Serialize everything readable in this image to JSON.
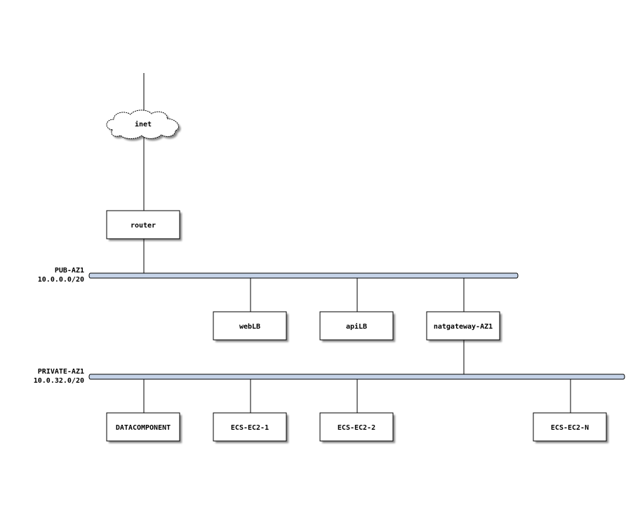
{
  "diagram": {
    "cloud_label": "inet",
    "router_label": "router",
    "networks": [
      {
        "name": "PUB-AZ1",
        "address": "10.0.0.0/20"
      },
      {
        "name": "PRIVATE-AZ1",
        "address": "10.0.32.0/20"
      }
    ],
    "pub_nodes": [
      {
        "label": "webLB"
      },
      {
        "label": "apiLB"
      },
      {
        "label": "natgateway-AZ1"
      }
    ],
    "private_nodes": [
      {
        "label": "DATACOMPONENT"
      },
      {
        "label": "ECS-EC2-1"
      },
      {
        "label": "ECS-EC2-2"
      },
      {
        "label": "ECS-EC2-N"
      }
    ],
    "colors": {
      "bus_fill": "#c5d3e8",
      "node_fill": "#ffffff",
      "line": "#000000"
    }
  }
}
